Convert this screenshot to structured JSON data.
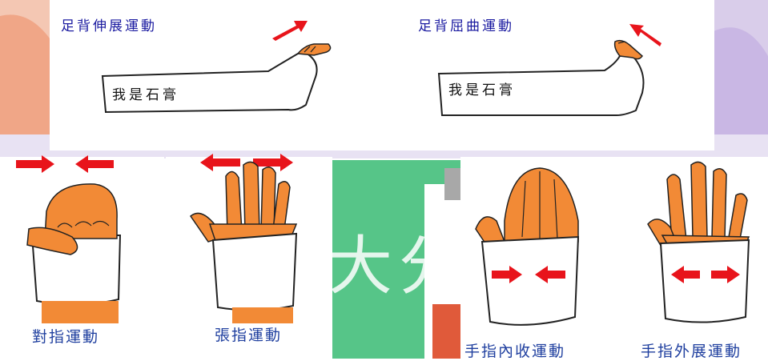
{
  "top_left": {
    "title": "足背伸展運動",
    "cast_label": "我是石膏"
  },
  "top_right": {
    "title": "足背屈曲運動",
    "cast_label": "我是石膏"
  },
  "bottom": [
    {
      "label": "對指運動"
    },
    {
      "label": "張指運動"
    },
    {
      "label": "手指內收運動"
    },
    {
      "label": "手指外展運動"
    }
  ],
  "watermark": "大分院",
  "colors": {
    "skin": "#f28a36",
    "arrow": "#e8141b",
    "cast_outline": "#222222",
    "label_blue": "#1f3f9f",
    "title_blue": "#1a1aa0",
    "bg_red": "#e05a3a",
    "bg_purple": "#6a48b0",
    "bg_green": "#5ec886"
  }
}
